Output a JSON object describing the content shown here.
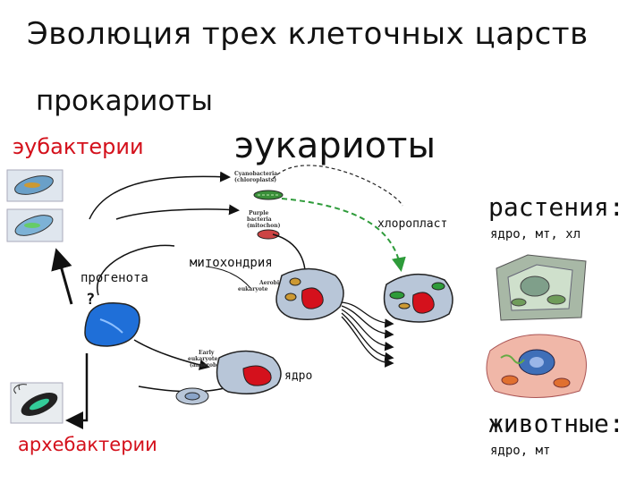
{
  "title": "Эволюция трех клеточных царств",
  "labels": {
    "prokaryotes": "прокариоты",
    "eubacteria": "эубактерии",
    "eukaryotes": "эукариоты",
    "progenote": "прогенота",
    "question": "?",
    "mitochondria": "митохондрия",
    "chloroplast": "хлоропласт",
    "nucleus": "ядро",
    "archaebacteria": "архебактерии"
  },
  "plants": {
    "title": "растения:",
    "organelles": "ядро, мт, хл"
  },
  "animals": {
    "title": "животные:",
    "organelles": "ядро, мт"
  },
  "small_labels": {
    "cyanobacteria_1": "Cyanobacteria",
    "cyanobacteria_2": "(chloroplasts)",
    "purple_1": "Purple",
    "purple_2": "bacteria",
    "purple_3": "(mitochon)",
    "aerobic_1": "Aerobic",
    "aerobic_2": "eukaryote",
    "early_1": "Early",
    "early_2": "eukaryote",
    "early_3": "(anaerobe)"
  },
  "colors": {
    "red": "#d4111c",
    "blue": "#1f6fd8",
    "nucleus_blue": "#8aa4c8",
    "chloroplast_green": "#2e9b3a"
  }
}
